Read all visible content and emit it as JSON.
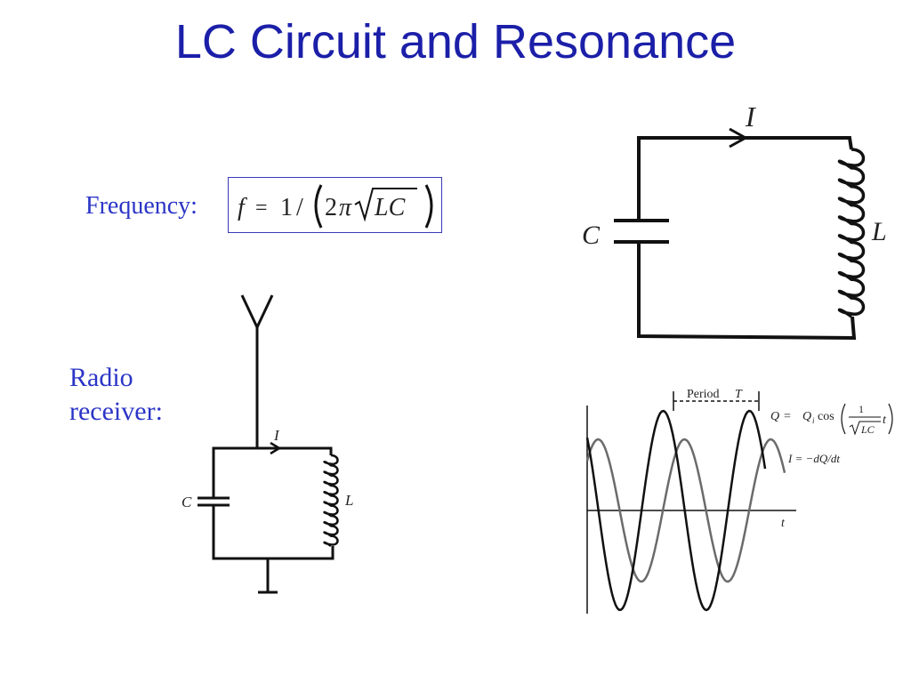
{
  "slide": {
    "title": "LC Circuit and Resonance",
    "frequency_label": "Frequency:",
    "formula": {
      "lhs": "f",
      "equals": "=",
      "one": "1",
      "slash": "/",
      "two": "2",
      "pi": "π",
      "radicand": "LC"
    },
    "radio_label_line1": "Radio",
    "radio_label_line2": "receiver:"
  },
  "circuit_large": {
    "current_label": "I",
    "capacitor_label": "C",
    "inductor_label": "L"
  },
  "circuit_radio": {
    "current_label": "I",
    "capacitor_label": "C",
    "inductor_label": "L"
  },
  "waveform": {
    "period_label": "Period",
    "period_symbol": "T",
    "charge_eq": {
      "Q": "Q",
      "eq": "=",
      "Qi": "Q",
      "Qi_sub": "i",
      "cos": "cos",
      "num": "1",
      "den": "LC",
      "t": "t"
    },
    "current_eq": "I = −dQ/dt",
    "t_axis_label": "t",
    "colors": {
      "charge": "#111111",
      "current": "#6b6b6b"
    }
  }
}
